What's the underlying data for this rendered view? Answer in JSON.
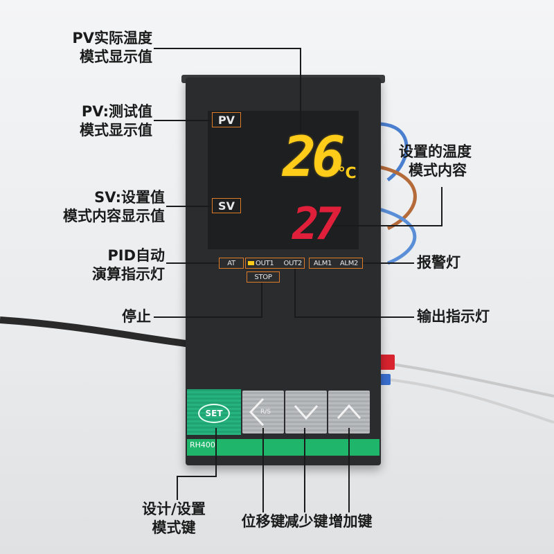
{
  "device": {
    "pv_tag": "PV",
    "sv_tag": "SV",
    "pv_value": "26",
    "pv_unit": "℃",
    "sv_value": "27",
    "indicators": {
      "at": "AT",
      "out1": "OUT1",
      "out2": "OUT2",
      "alm1": "ALM1",
      "alm2": "ALM2",
      "stop": "STOP"
    },
    "keys": {
      "set": "SET",
      "shift": "R/S"
    },
    "model": "RH400"
  },
  "annotations": {
    "pv_actual": [
      "PV实际温度",
      "模式显示值"
    ],
    "pv_test": [
      "PV:测试值",
      "模式显示值"
    ],
    "sv_setting": [
      "SV:设置值",
      "模式内容显示值"
    ],
    "pid_auto": [
      "PID自动",
      "演算指示灯"
    ],
    "stop": "停止",
    "set_temp": [
      "设置的温度",
      "模式内容"
    ],
    "alarm": "报警灯",
    "output": "输出指示灯",
    "set_key": [
      "设计/设置",
      "模式键"
    ],
    "shift_key": "位移键",
    "decrease_key": "减少键",
    "increase_key": "增加键"
  },
  "colors": {
    "line": "#1a1a1a",
    "tag_border": "#e07b2a",
    "pv_digits": "#ffcc1a",
    "sv_digits": "#e0203a",
    "keypad_green": "#1fb56a"
  }
}
